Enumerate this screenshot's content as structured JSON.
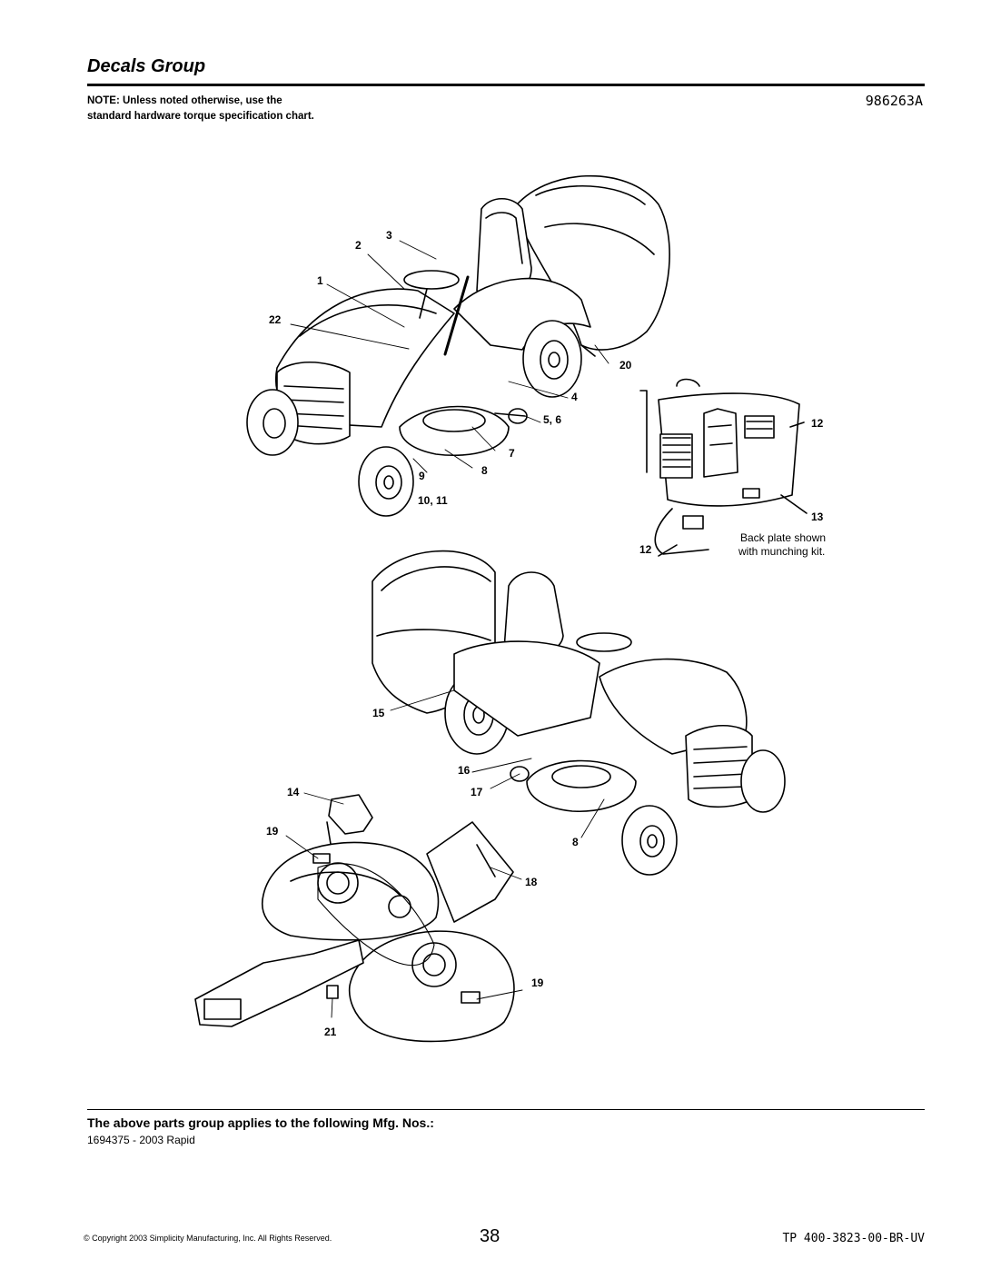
{
  "page": {
    "title": "Decals Group",
    "figure_id": "986263A",
    "note": "NOTE: Unless noted otherwise, use the standard hardware torque specification chart.",
    "applies_heading": "The above parts group applies to the following Mfg. Nos.:",
    "mfg_numbers": "1694375 - 2003 Rapid",
    "copyright": "© Copyright 2003 Simplicity Manufacturing, Inc. All Rights Reserved.",
    "page_number": "38",
    "doc_code": "TP 400-3823-00-BR-UV"
  },
  "figure": {
    "caption_line1": "Back plate shown",
    "caption_line2": "with munching kit.",
    "callouts": {
      "c1": "1",
      "c2": "2",
      "c3": "3",
      "c22": "22",
      "c20": "20",
      "c4": "4",
      "c56": "5, 6",
      "c7": "7",
      "c9": "9",
      "c8a": "8",
      "c1011": "10, 11",
      "c12a": "12",
      "c13": "13",
      "c12b": "12",
      "c15": "15",
      "c16": "16",
      "c17": "17",
      "c14": "14",
      "c19a": "19",
      "c8b": "8",
      "c18": "18",
      "c19b": "19",
      "c21": "21"
    }
  }
}
